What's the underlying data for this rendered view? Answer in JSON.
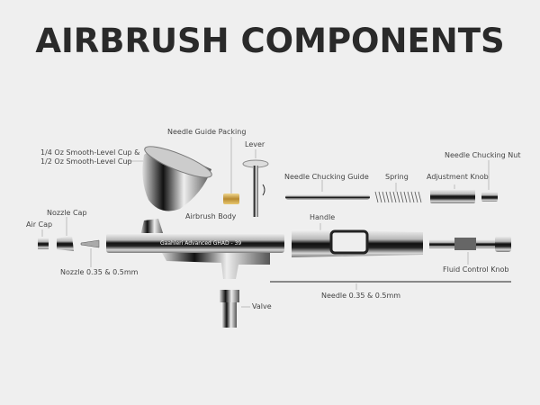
{
  "title": "AIRBRUSH COMPONENTS",
  "labels": {
    "cup_line1": "1/4 Oz Smooth-Level Cup &",
    "cup_line2": "1/2 Oz Smooth-Level Cup",
    "needle_guide_packing": "Needle Guide Packing",
    "lever": "Lever",
    "airbrush_body": "Airbrush Body",
    "nozzle_cap": "Nozzle Cap",
    "air_cap": "Air Cap",
    "nozzle": "Nozzle 0.35 & 0.5mm",
    "valve": "Valve",
    "needle_chucking_guide": "Needle Chucking Guide",
    "spring": "Spring",
    "adjustment_knob": "Adjustment Knob",
    "needle_chucking_nut": "Needle Chucking Nut",
    "handle": "Handle",
    "fluid_control_knob": "Fluid Control Knob",
    "needle": "Needle 0.35 & 0.5mm"
  },
  "body_engraving": "Gaahleri   Advanced   GHAD - 39"
}
